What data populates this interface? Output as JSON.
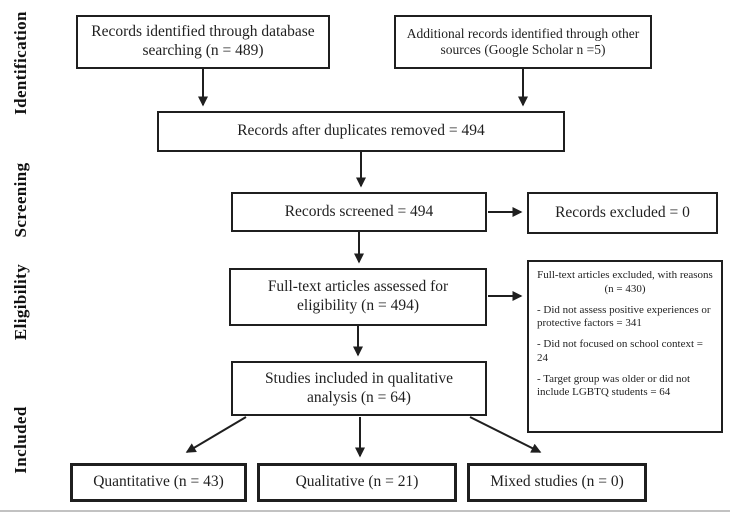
{
  "diagram_type": "PRISMA flow diagram",
  "accent_color": "#1f1f1f",
  "stages": {
    "identification": "Identification",
    "screening": "Screening",
    "eligibility": "Eligibility",
    "included": "Included"
  },
  "boxes": {
    "db_search": "Records identified through database searching (n = 489)",
    "other_sources": "Additional records identified through other sources (Google Scholar n =5)",
    "duplicates_removed": "Records after duplicates removed = 494",
    "screened": "Records screened = 494",
    "excluded": "Records excluded = 0",
    "fulltext_assessed": "Full-text articles assessed for eligibility (n = 494)",
    "fulltext_excluded": {
      "title": "Full-text articles excluded, with reasons (n = 430)",
      "reasons": [
        "- Did not assess positive experiences or protective factors = 341",
        "- Did not focused on school context = 24",
        "- Target group was older or did not include LGBTQ students = 64"
      ]
    },
    "qualitative_analysis": "Studies included in qualitative analysis (n = 64)",
    "quantitative": "Quantitative (n = 43)",
    "qualitative": "Qualitative (n = 21)",
    "mixed": "Mixed studies (n = 0)"
  }
}
